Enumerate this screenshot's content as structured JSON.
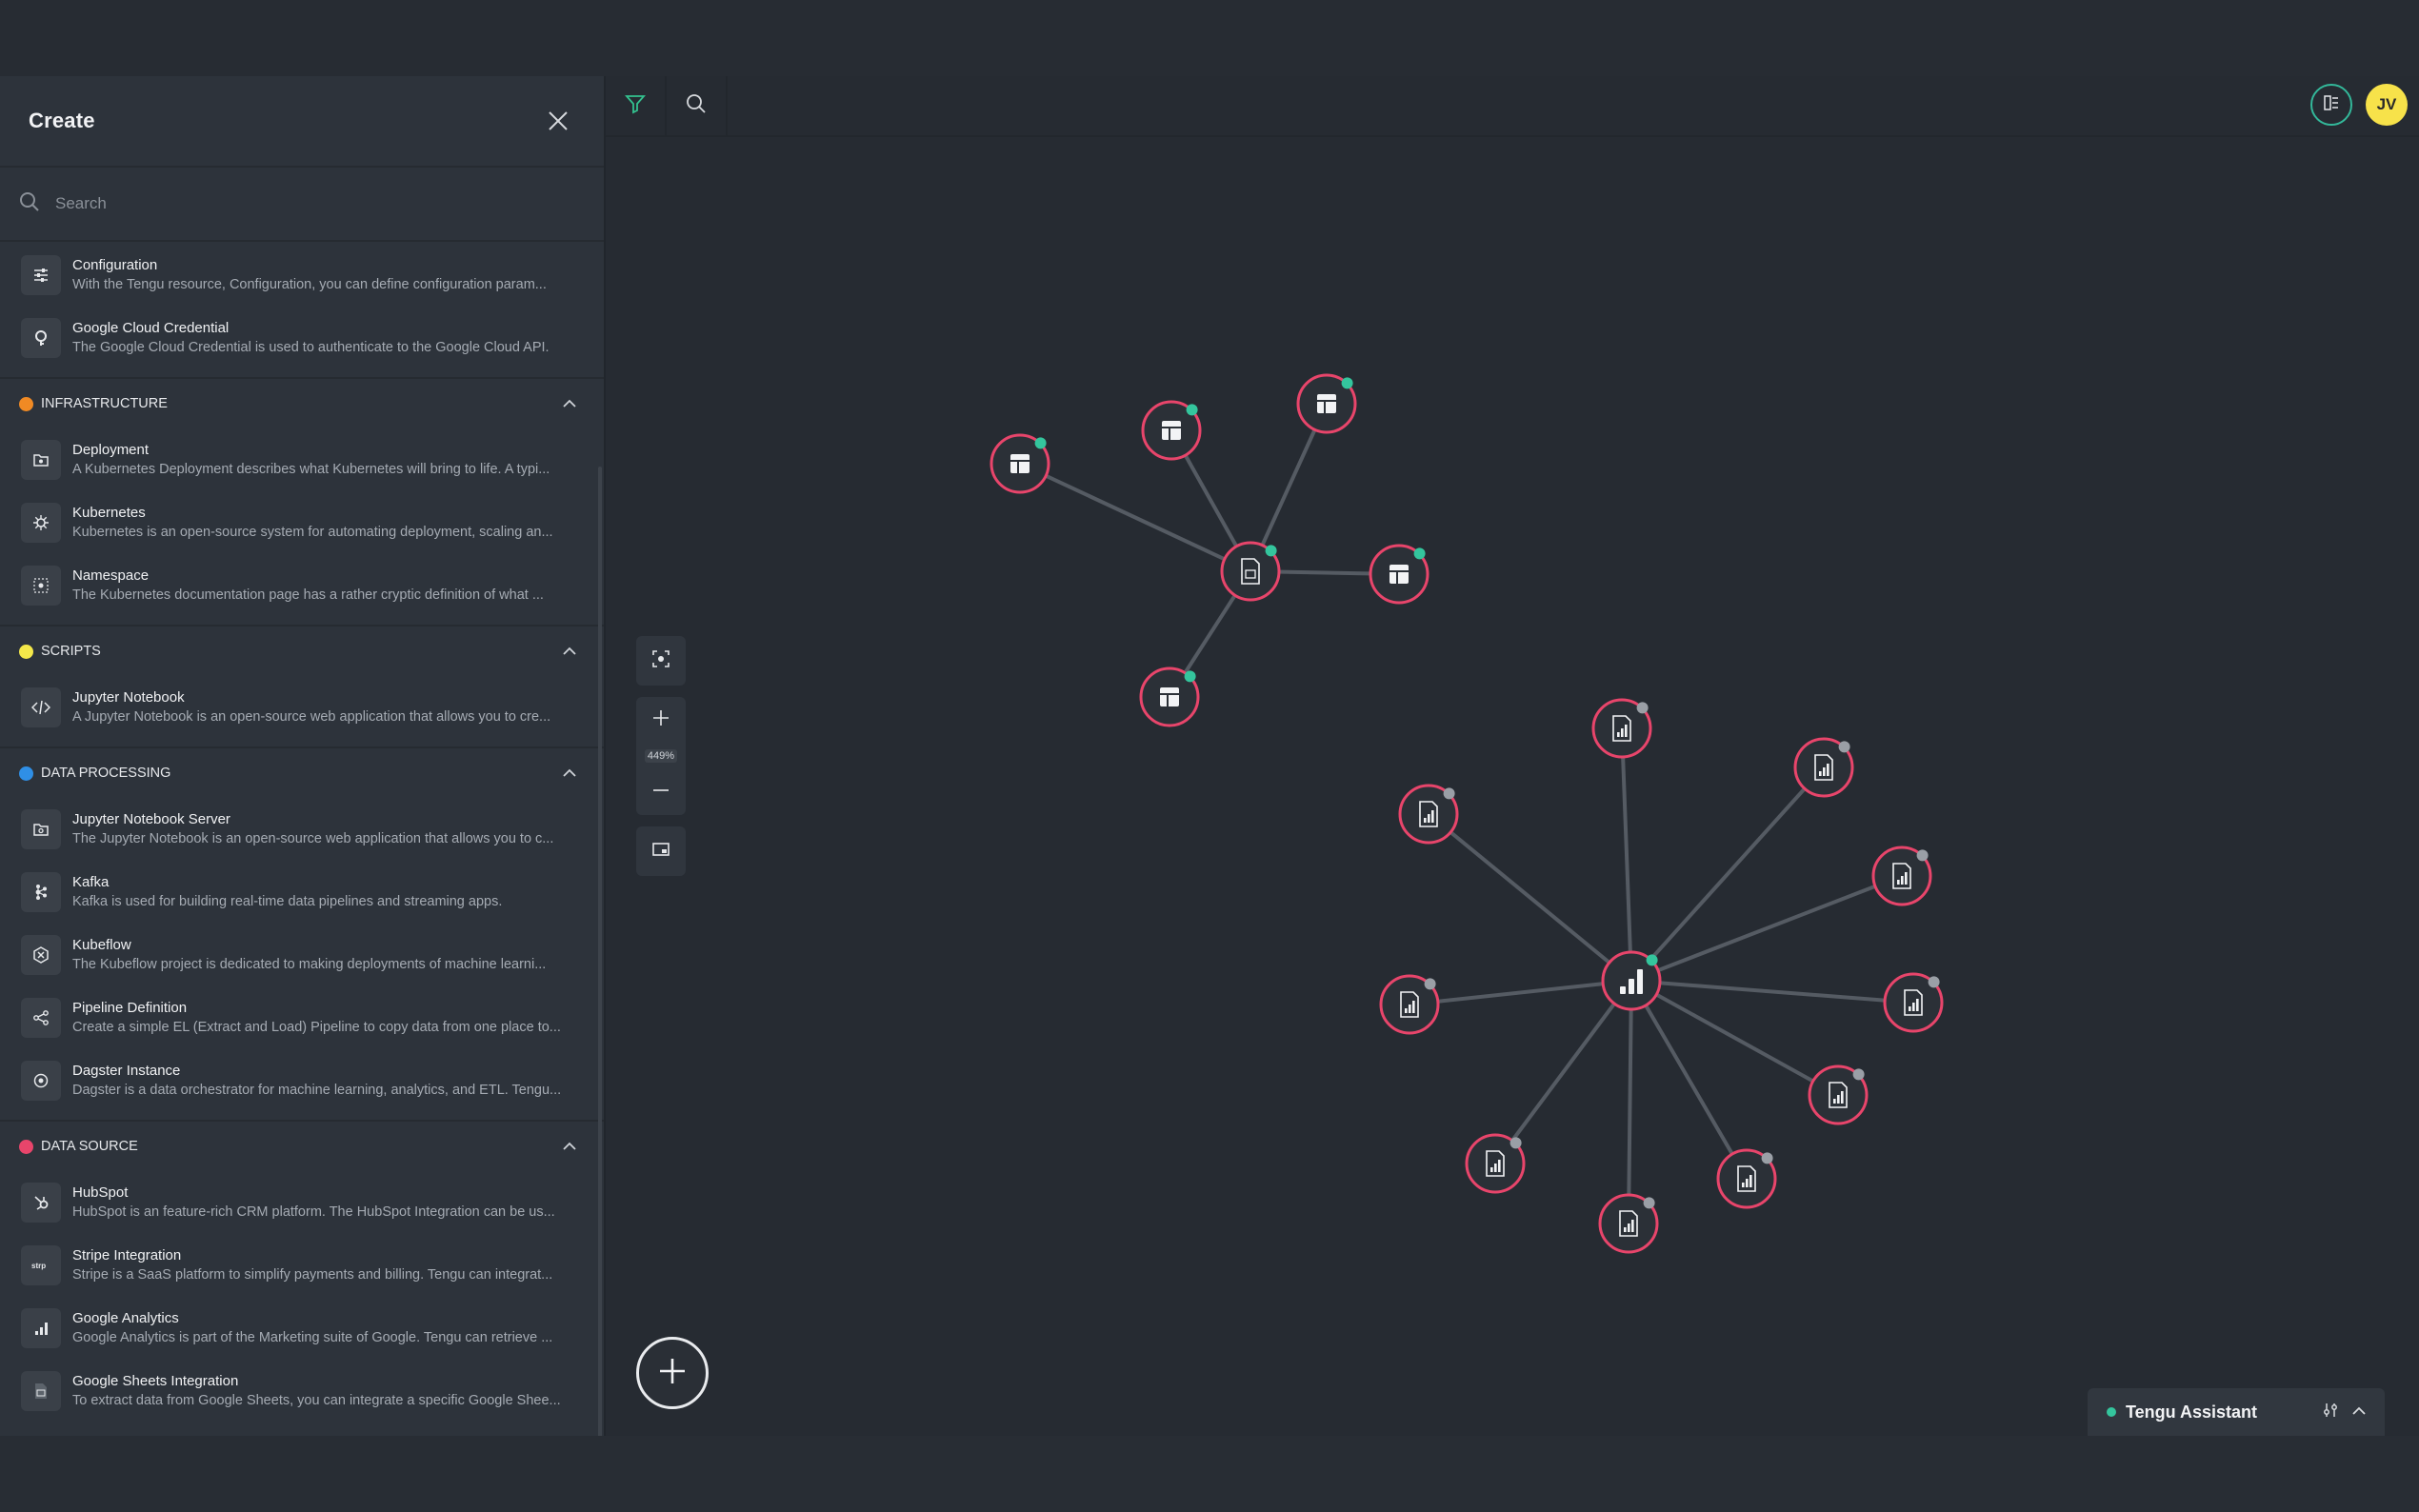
{
  "sidebar": {
    "title": "Create",
    "search_placeholder": "Search",
    "top_items": [
      {
        "name": "Configuration",
        "desc": "With the Tengu resource, Configuration, you can define configuration param...",
        "icon": "sliders-icon"
      },
      {
        "name": "Google Cloud Credential",
        "desc": "The Google Cloud Credential is used to authenticate to the Google Cloud API.",
        "icon": "cloud-key-icon"
      }
    ],
    "sections": [
      {
        "label": "INFRASTRUCTURE",
        "color": "#f08a24",
        "items": [
          {
            "name": "Deployment",
            "desc": "A Kubernetes Deployment describes what Kubernetes will bring to life. A typi...",
            "icon": "folder-icon"
          },
          {
            "name": "Kubernetes",
            "desc": "Kubernetes is an open-source system for automating deployment, scaling an...",
            "icon": "helm-icon"
          },
          {
            "name": "Namespace",
            "desc": "The Kubernetes documentation page has a rather cryptic definition of what ...",
            "icon": "namespace-icon"
          }
        ]
      },
      {
        "label": "SCRIPTS",
        "color": "#f4e84a",
        "items": [
          {
            "name": "Jupyter Notebook",
            "desc": "A Jupyter Notebook is an open-source web application that allows you to cre...",
            "icon": "code-icon"
          }
        ]
      },
      {
        "label": "DATA PROCESSING",
        "color": "#2f8fe6",
        "items": [
          {
            "name": "Jupyter Notebook Server",
            "desc": "The Jupyter Notebook is an open-source web application that allows you to c...",
            "icon": "folder-icon"
          },
          {
            "name": "Kafka",
            "desc": "Kafka is used for building real-time data pipelines and streaming apps.",
            "icon": "kafka-icon"
          },
          {
            "name": "Kubeflow",
            "desc": "The Kubeflow project is dedicated to making deployments of machine learni...",
            "icon": "kubeflow-icon"
          },
          {
            "name": "Pipeline Definition",
            "desc": "Create a simple EL (Extract and Load) Pipeline to copy data from one place to...",
            "icon": "share-icon"
          },
          {
            "name": "Dagster Instance",
            "desc": "Dagster is a data orchestrator for machine learning, analytics, and ETL. Tengu...",
            "icon": "dagster-icon"
          }
        ]
      },
      {
        "label": "DATA SOURCE",
        "color": "#e8456b",
        "items": [
          {
            "name": "HubSpot",
            "desc": "HubSpot is an feature-rich CRM platform. The HubSpot Integration can be us...",
            "icon": "hubspot-icon"
          },
          {
            "name": "Stripe Integration",
            "desc": "Stripe is a SaaS platform to simplify payments and billing. Tengu can integrat...",
            "icon": "stripe-icon"
          },
          {
            "name": "Google Analytics",
            "desc": "Google Analytics is part of the Marketing suite of Google. Tengu can retrieve ...",
            "icon": "analytics-icon"
          },
          {
            "name": "Google Sheets Integration",
            "desc": "To extract data from Google Sheets, you can integrate a specific Google Shee...",
            "icon": "sheets-icon"
          }
        ]
      }
    ]
  },
  "toolbar": {
    "filter_icon": "filter-icon",
    "search_icon": "search-icon"
  },
  "user": {
    "initials": "JV"
  },
  "zoom": {
    "level": "449%"
  },
  "assistant": {
    "label": "Tengu Assistant"
  },
  "colors": {
    "node_ring": "#e8456b",
    "status_ok": "#34c59d",
    "status_idle": "#9a9fa6",
    "accent": "#33b89a"
  }
}
